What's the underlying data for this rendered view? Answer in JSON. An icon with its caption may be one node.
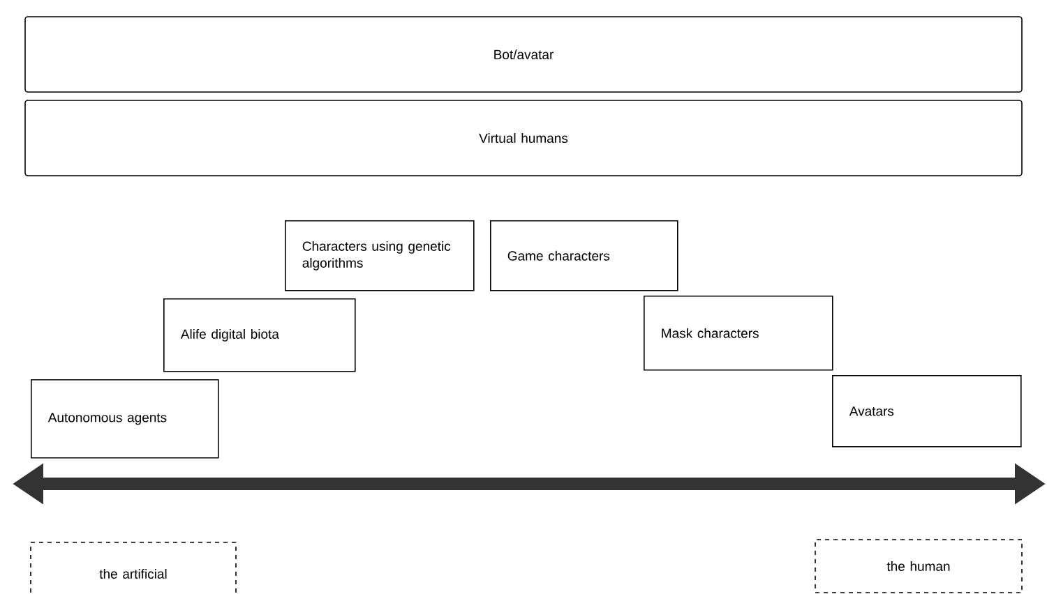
{
  "diagram": {
    "nodes": [
      {
        "text": [
          "Bot/avatar"
        ]
      },
      {
        "text": [
          "Virtual humans"
        ]
      },
      {
        "text": [
          "Characters using genetic algorithms"
        ]
      },
      {
        "text": [
          "Game characters"
        ]
      },
      {
        "text": [
          "Alife digital biota"
        ]
      },
      {
        "text": [
          "Mask characters"
        ]
      },
      {
        "text": [
          "Autonomous agents"
        ]
      },
      {
        "text": [
          "Avatars"
        ]
      },
      {
        "text": [
          "the artificial"
        ]
      },
      {
        "text": [
          "the human"
        ]
      }
    ]
  }
}
